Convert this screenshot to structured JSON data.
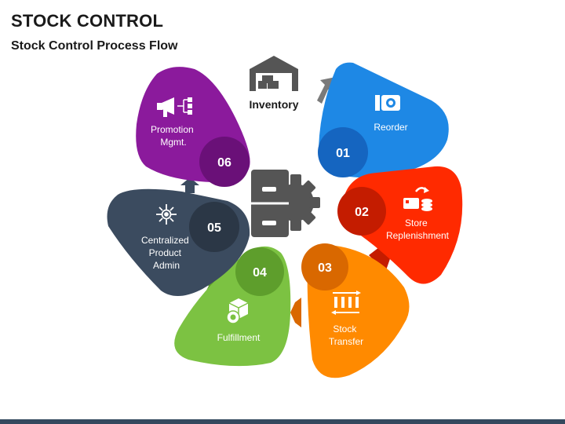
{
  "title": "STOCK CONTROL",
  "subtitle": "Stock Control Process Flow",
  "center": {
    "label": "Inventory",
    "icon": "warehouse-icon"
  },
  "steps": [
    {
      "number": "01",
      "label_lines": [
        "Reorder"
      ],
      "color": "#1e88e5",
      "circle_color": "#1565c0",
      "icon": "camera-icon"
    },
    {
      "number": "02",
      "label_lines": [
        "Store",
        "Replenishment"
      ],
      "color": "#ff2a00",
      "circle_color": "#c41c00",
      "icon": "replenish-icon"
    },
    {
      "number": "03",
      "label_lines": [
        "Stock",
        "Transfer"
      ],
      "color": "#ff8a00",
      "circle_color": "#d96800",
      "icon": "transfer-icon"
    },
    {
      "number": "04",
      "label_lines": [
        "Fulfillment"
      ],
      "color": "#7cc242",
      "circle_color": "#5e9e2c",
      "icon": "package-icon"
    },
    {
      "number": "05",
      "label_lines": [
        "Centralized",
        "Product",
        "Admin"
      ],
      "color": "#3b4b5f",
      "circle_color": "#2b3746",
      "icon": "network-icon"
    },
    {
      "number": "06",
      "label_lines": [
        "Promotion",
        "Mgmt."
      ],
      "color": "#8b1a9c",
      "circle_color": "#6a1078",
      "icon": "megaphone-icon"
    }
  ],
  "colors": {
    "arrow": "#7a7a7a",
    "hub": "#555555",
    "bar": "#34495e"
  }
}
